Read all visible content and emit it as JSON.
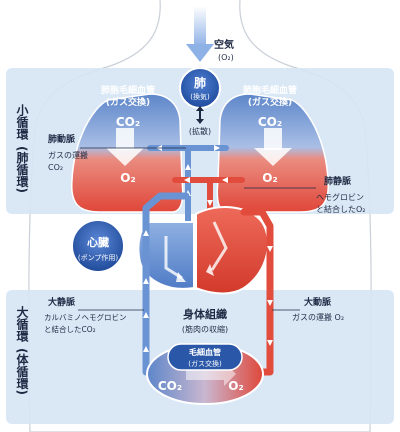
{
  "top": {
    "air": "空気",
    "air_formula": "(O₂)"
  },
  "sections": {
    "pulmonary_main": "小循環",
    "pulmonary_alt": "(肺循環)",
    "systemic_main": "大循環",
    "systemic_alt": "(体循環)"
  },
  "lung": {
    "title": "肺",
    "ventilation": "(換気)",
    "diffusion": "(拡散)"
  },
  "alveolar_left": {
    "line1": "肺胞毛細血管",
    "line2": "(ガス交換)",
    "co2": "CO₂",
    "o2": "O₂"
  },
  "alveolar_right": {
    "line1": "肺胞毛細血管",
    "line2": "(ガス交換)",
    "co2": "CO₂",
    "o2": "O₂"
  },
  "pulmonary_artery": {
    "title": "肺動脈",
    "line1": "ガスの運搬",
    "line2": "CO₂"
  },
  "pulmonary_vein": {
    "title": "肺静脈",
    "line1": "ヘモグロビン",
    "line2": "と結合したO₂"
  },
  "heart": {
    "title": "心臓",
    "subtitle": "(ポンプ作用)"
  },
  "tissue": {
    "title": "身体組織",
    "subtitle": "(筋肉の収縮)"
  },
  "vena_cava": {
    "title": "大静脈",
    "line1": "カルバミノヘモグロビン",
    "line2": "と結合したCO₂"
  },
  "aorta": {
    "title": "大動脈",
    "line1": "ガスの運搬  O₂"
  },
  "capillary": {
    "line1": "毛細血管",
    "line2": "(ガス交換)",
    "co2": "CO₂",
    "o2": "O₂"
  },
  "colors": {
    "venous": "#6a93d3",
    "arterial": "#e24c3c",
    "band": "#d9e8f6",
    "accent": "#1b4a9a"
  }
}
